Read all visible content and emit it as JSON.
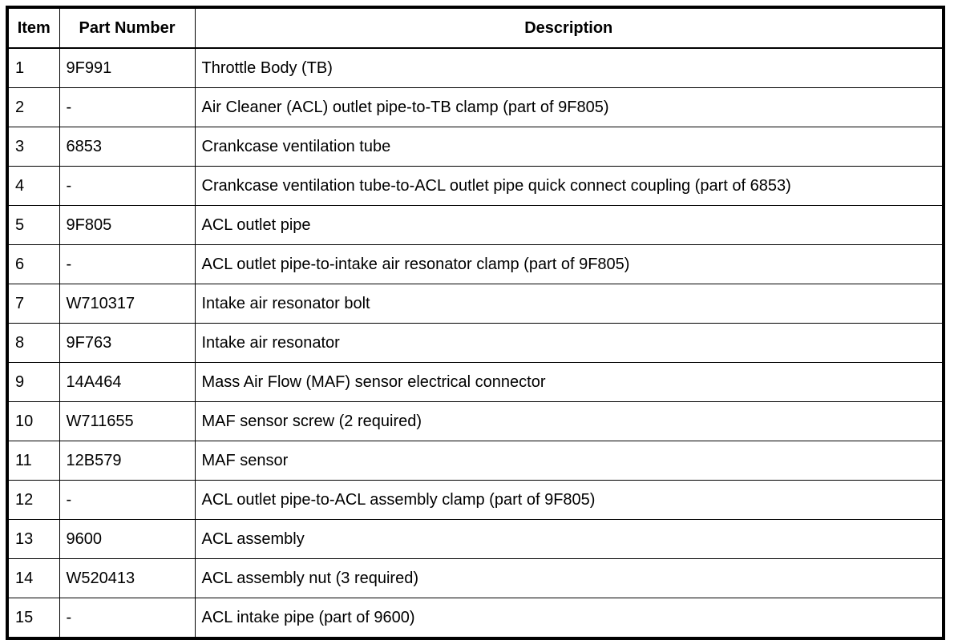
{
  "table": {
    "columns": [
      {
        "key": "item",
        "label": "Item",
        "align": "center"
      },
      {
        "key": "part_number",
        "label": "Part Number",
        "align": "center"
      },
      {
        "key": "description",
        "label": "Description",
        "align": "center"
      }
    ],
    "rows": [
      {
        "item": "1",
        "part_number": "9F991",
        "description": "Throttle Body (TB)"
      },
      {
        "item": "2",
        "part_number": "-",
        "description": "Air Cleaner (ACL) outlet pipe-to-TB clamp (part of 9F805)"
      },
      {
        "item": "3",
        "part_number": "6853",
        "description": "Crankcase ventilation tube"
      },
      {
        "item": "4",
        "part_number": "-",
        "description": "Crankcase ventilation tube-to-ACL outlet pipe quick connect coupling (part of 6853)"
      },
      {
        "item": "5",
        "part_number": "9F805",
        "description": "ACL outlet pipe"
      },
      {
        "item": "6",
        "part_number": "-",
        "description": "ACL outlet pipe-to-intake air resonator clamp (part of 9F805)"
      },
      {
        "item": "7",
        "part_number": "W710317",
        "description": "Intake air resonator bolt"
      },
      {
        "item": "8",
        "part_number": "9F763",
        "description": "Intake air resonator"
      },
      {
        "item": "9",
        "part_number": "14A464",
        "description": "Mass Air Flow (MAF) sensor electrical connector"
      },
      {
        "item": "10",
        "part_number": "W711655",
        "description": "MAF sensor screw (2 required)"
      },
      {
        "item": "11",
        "part_number": "12B579",
        "description": "MAF sensor"
      },
      {
        "item": "12",
        "part_number": "-",
        "description": "ACL outlet pipe-to-ACL assembly clamp (part of 9F805)"
      },
      {
        "item": "13",
        "part_number": "9600",
        "description": "ACL assembly"
      },
      {
        "item": "14",
        "part_number": "W520413",
        "description": "ACL assembly nut (3 required)"
      },
      {
        "item": "15",
        "part_number": "-",
        "description": "ACL intake pipe (part of 9600)"
      }
    ]
  },
  "colors": {
    "text": "#000000",
    "background": "#ffffff",
    "border": "#000000"
  }
}
